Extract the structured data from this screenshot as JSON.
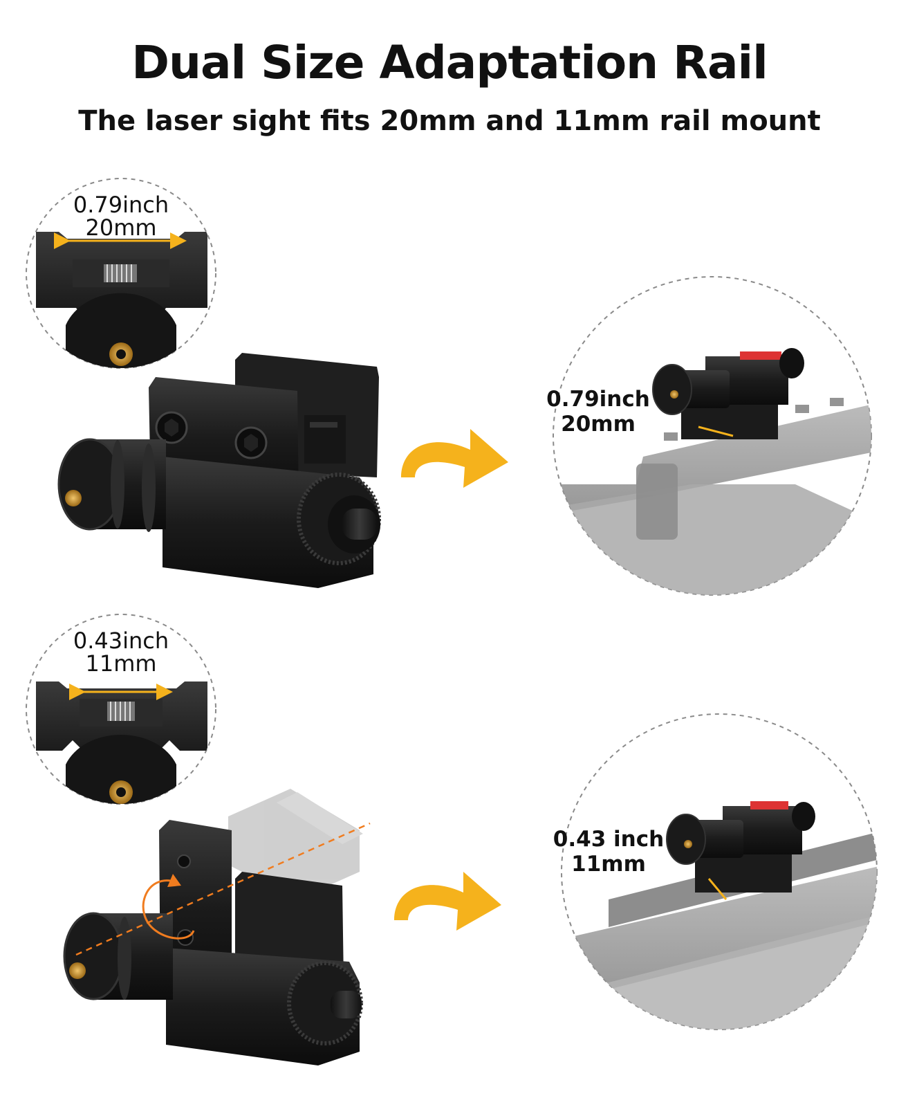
{
  "header": {
    "title": "Dual Size Adaptation Rail",
    "subtitle": "The laser sight fits 20mm and 11mm rail mount"
  },
  "sections": [
    {
      "detail_inch": "0.79inch",
      "detail_mm": "20mm",
      "mounted_inch": "0.79inch",
      "mounted_mm": "20mm"
    },
    {
      "detail_inch": "0.43inch",
      "detail_mm": "11mm",
      "mounted_inch": "0.43 inch",
      "mounted_mm": "11mm"
    }
  ],
  "colors": {
    "accent_yellow": "#f5b21c",
    "accent_orange": "#f07c1f",
    "metal_dark": "#1a1a1a",
    "brass": "#c8902d",
    "gun_gray": "#9a9a9a"
  }
}
